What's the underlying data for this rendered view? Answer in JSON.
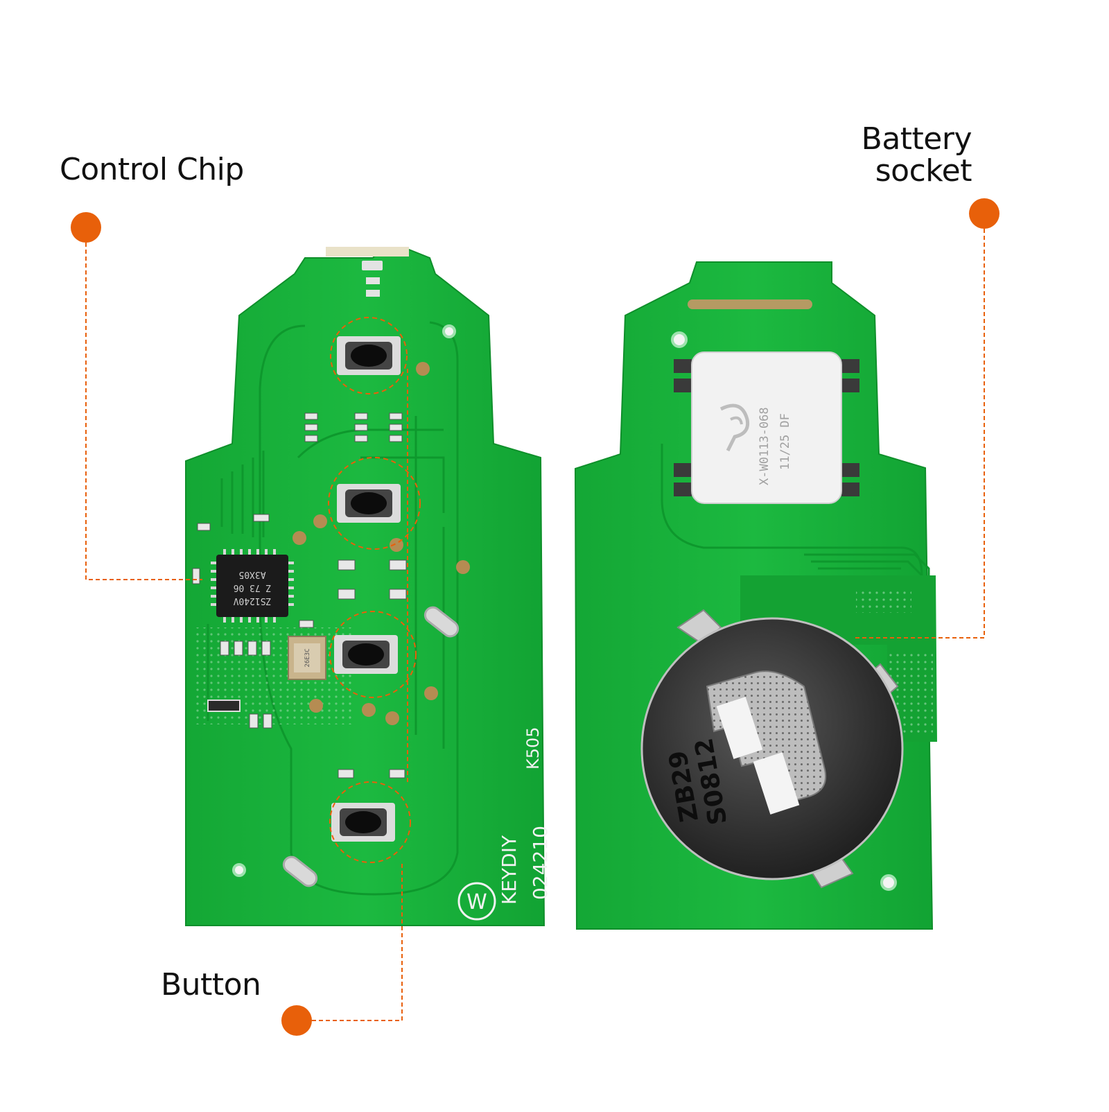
{
  "colors": {
    "pcb_green": "#18b13c",
    "pcb_dark_green": "#0e9a2e",
    "callout_orange": "#e8600a",
    "label_text": "#111111",
    "chip_black": "#1b1b1b",
    "pad_silver": "#e3e3e3",
    "battery_holder": "#3a3a3a"
  },
  "callouts": {
    "control_chip": "Control Chip",
    "battery_socket_line1": "Battery",
    "battery_socket_line2": "socket",
    "button": "Button"
  },
  "left_board": {
    "chip_marking": [
      "ZS1240V",
      "Z 73 06",
      "A3X05"
    ],
    "model": "K505",
    "brand": "KEYDIY",
    "serial": "024210",
    "crystal_marking": "26E3C"
  },
  "right_board": {
    "module_marking_line1": "X-W0113-068",
    "module_marking_line2": "11/25 DF",
    "battery_marking_line1": "ZB29",
    "battery_marking_line2": "S0812"
  }
}
